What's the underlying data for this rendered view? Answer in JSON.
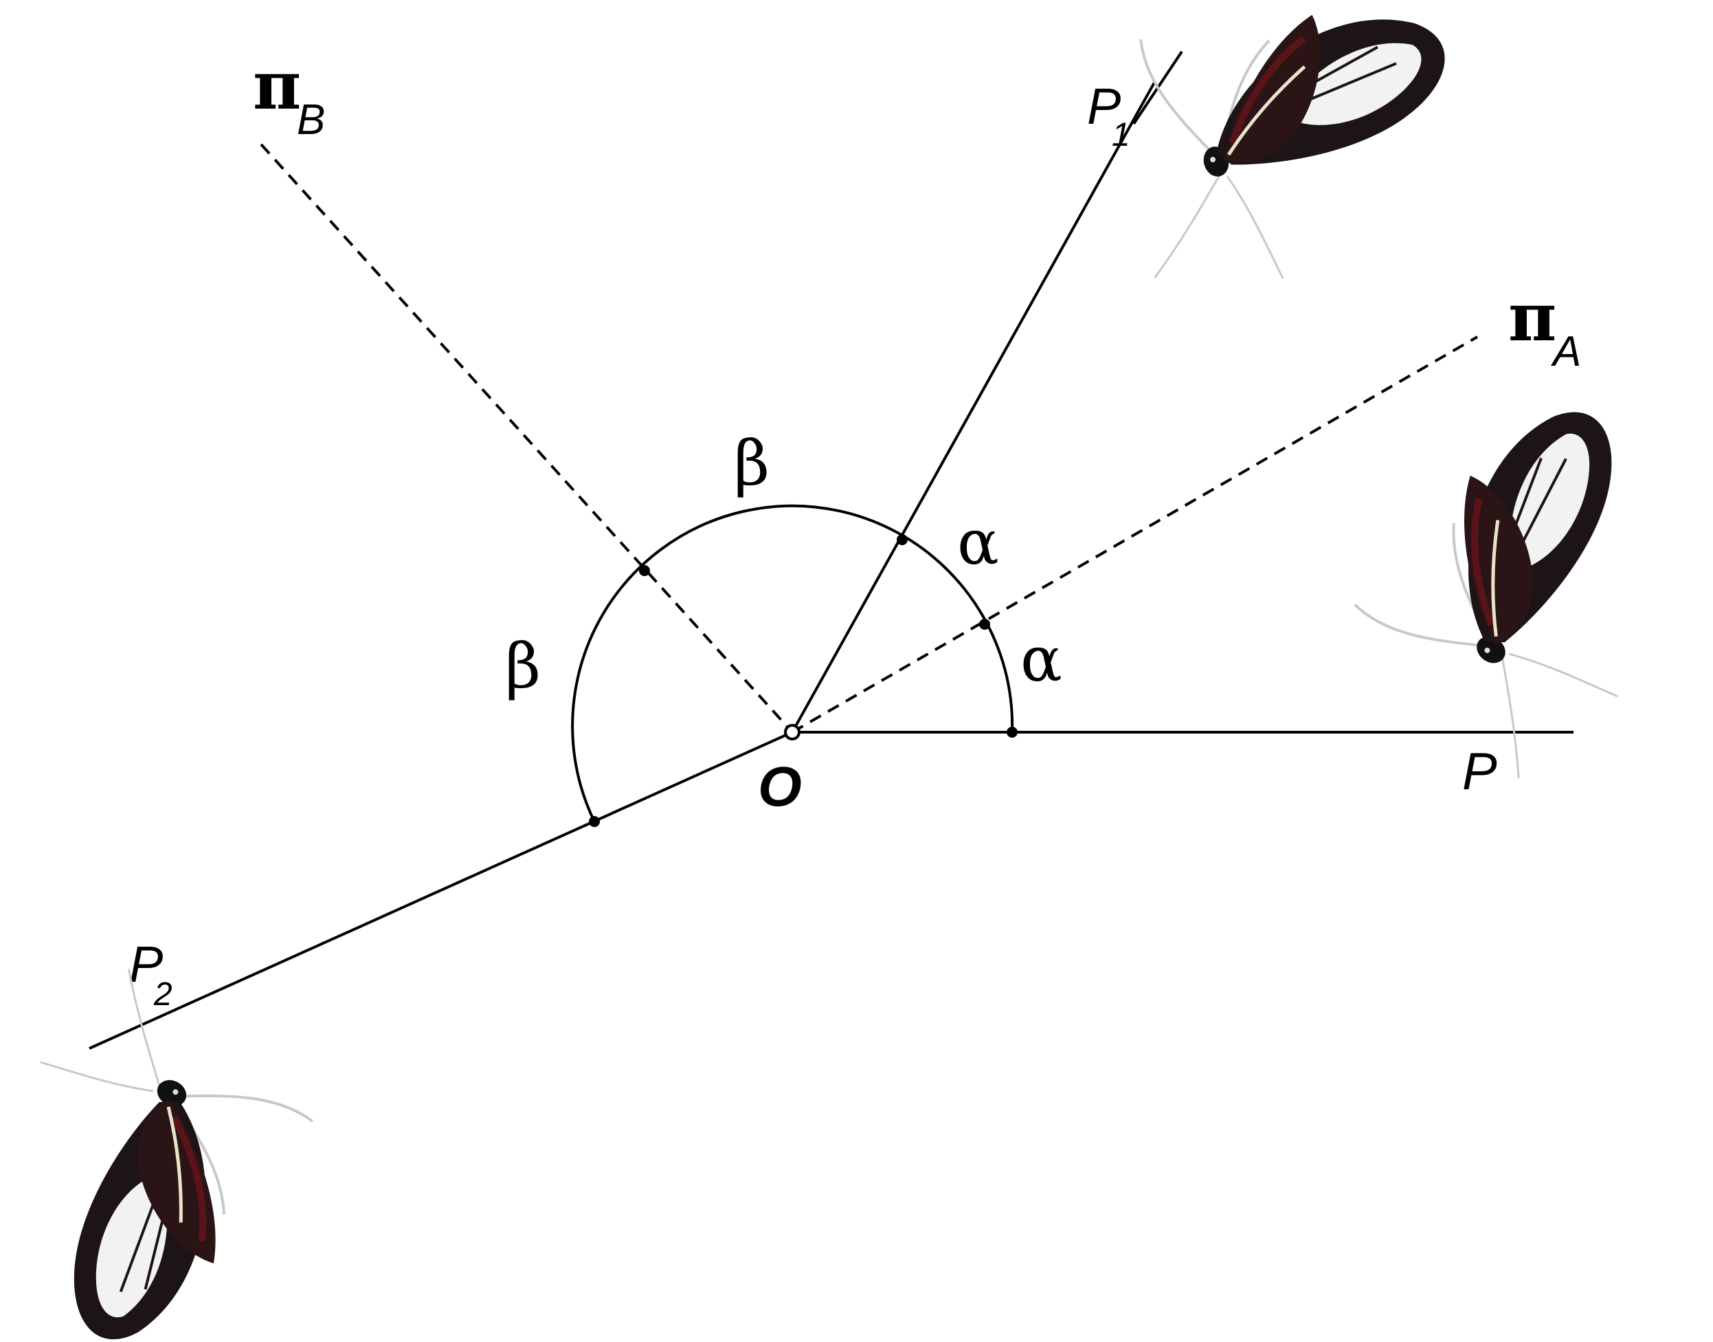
{
  "diagram": {
    "labels": {
      "pi_b": "π",
      "pi_b_sub": "B",
      "pi_a": "π",
      "pi_a_sub": "A",
      "p1": "P",
      "p1_sub": "1",
      "p2": "P",
      "p2_sub": "2",
      "p": "P",
      "o": "O",
      "beta_top": "β",
      "beta_left": "β",
      "alpha_upper": "α",
      "alpha_lower": "α"
    },
    "colors": {
      "ink": "#000000",
      "wing_dark": "#1c1416",
      "wing_red": "#5a1418",
      "wing_white": "#f2f2f2",
      "background": "#ffffff"
    },
    "icons": [
      "butterfly-icon",
      "butterfly-icon",
      "butterfly-icon"
    ]
  }
}
